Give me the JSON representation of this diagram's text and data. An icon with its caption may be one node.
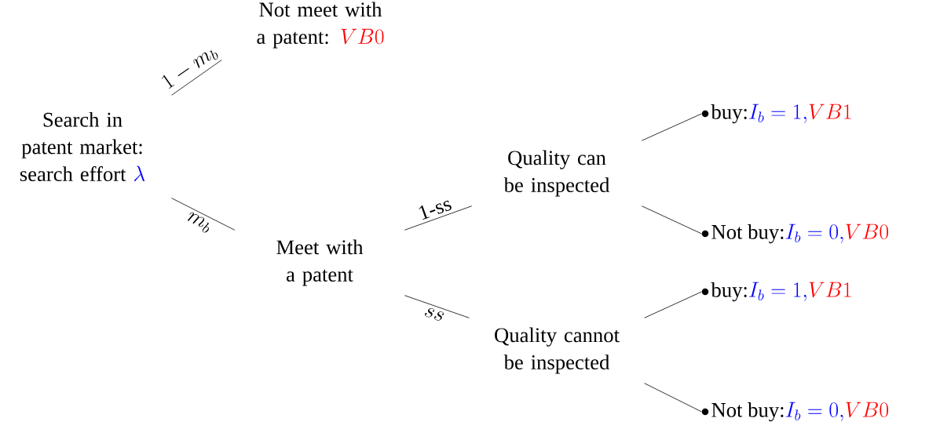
{
  "diagram": {
    "nodes": [
      {
        "text": [
          "Search in patent market: search effort",
          "\\lambda"
        ]
      },
      {
        "text": [
          "Not meet with a patent:",
          "VB0"
        ]
      },
      {
        "text": [
          "Meet with a patent"
        ]
      },
      {
        "text": [
          "Quality can be inspected"
        ]
      },
      {
        "text": [
          "Quality cannot be inspected"
        ]
      },
      {
        "text": [],
        "shape": "circle",
        "beside": [
          "buy:",
          "I_b = 1,",
          "VB1"
        ]
      },
      {
        "text": [],
        "shape": "circle",
        "beside": [
          "Not buy:",
          "I_b = 0,",
          "VB0"
        ]
      },
      {
        "text": [],
        "shape": "circle",
        "beside": [
          "buy:",
          "I_b = 1,",
          "VB1"
        ]
      },
      {
        "text": [],
        "shape": "circle",
        "beside": [
          "Not buy:",
          "I_b = 0,",
          "VB0"
        ]
      }
    ],
    "edges": [
      {
        "from": 0,
        "to": 1,
        "arrow": "none",
        "label": "1 - m_b"
      },
      {
        "from": 0,
        "to": 2,
        "arrow": "none",
        "label": "m_b"
      },
      {
        "from": 2,
        "to": 3,
        "arrow": "none",
        "label": "1-ss"
      },
      {
        "from": 2,
        "to": 4,
        "arrow": "none",
        "label": "ss"
      },
      {
        "from": 3,
        "to": 5,
        "arrow": "none"
      },
      {
        "from": 3,
        "to": 6,
        "arrow": "none"
      },
      {
        "from": 4,
        "to": 7,
        "arrow": "none"
      },
      {
        "from": 4,
        "to": 8,
        "arrow": "none"
      }
    ]
  }
}
